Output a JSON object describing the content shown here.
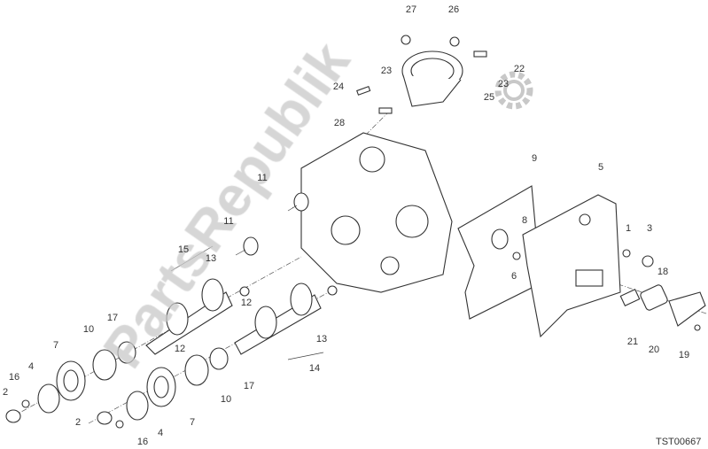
{
  "diagram": {
    "watermark": "PartsRepublik",
    "drawing_code": "TST00667",
    "callouts": [
      "27",
      "26",
      "22",
      "23",
      "23",
      "25",
      "24",
      "28",
      "9",
      "5",
      "11",
      "8",
      "11",
      "15",
      "13",
      "1",
      "3",
      "6",
      "18",
      "12",
      "12",
      "13",
      "14",
      "17",
      "10",
      "7",
      "4",
      "16",
      "2",
      "17",
      "10",
      "7",
      "2",
      "4",
      "16",
      "21",
      "20",
      "19"
    ]
  }
}
